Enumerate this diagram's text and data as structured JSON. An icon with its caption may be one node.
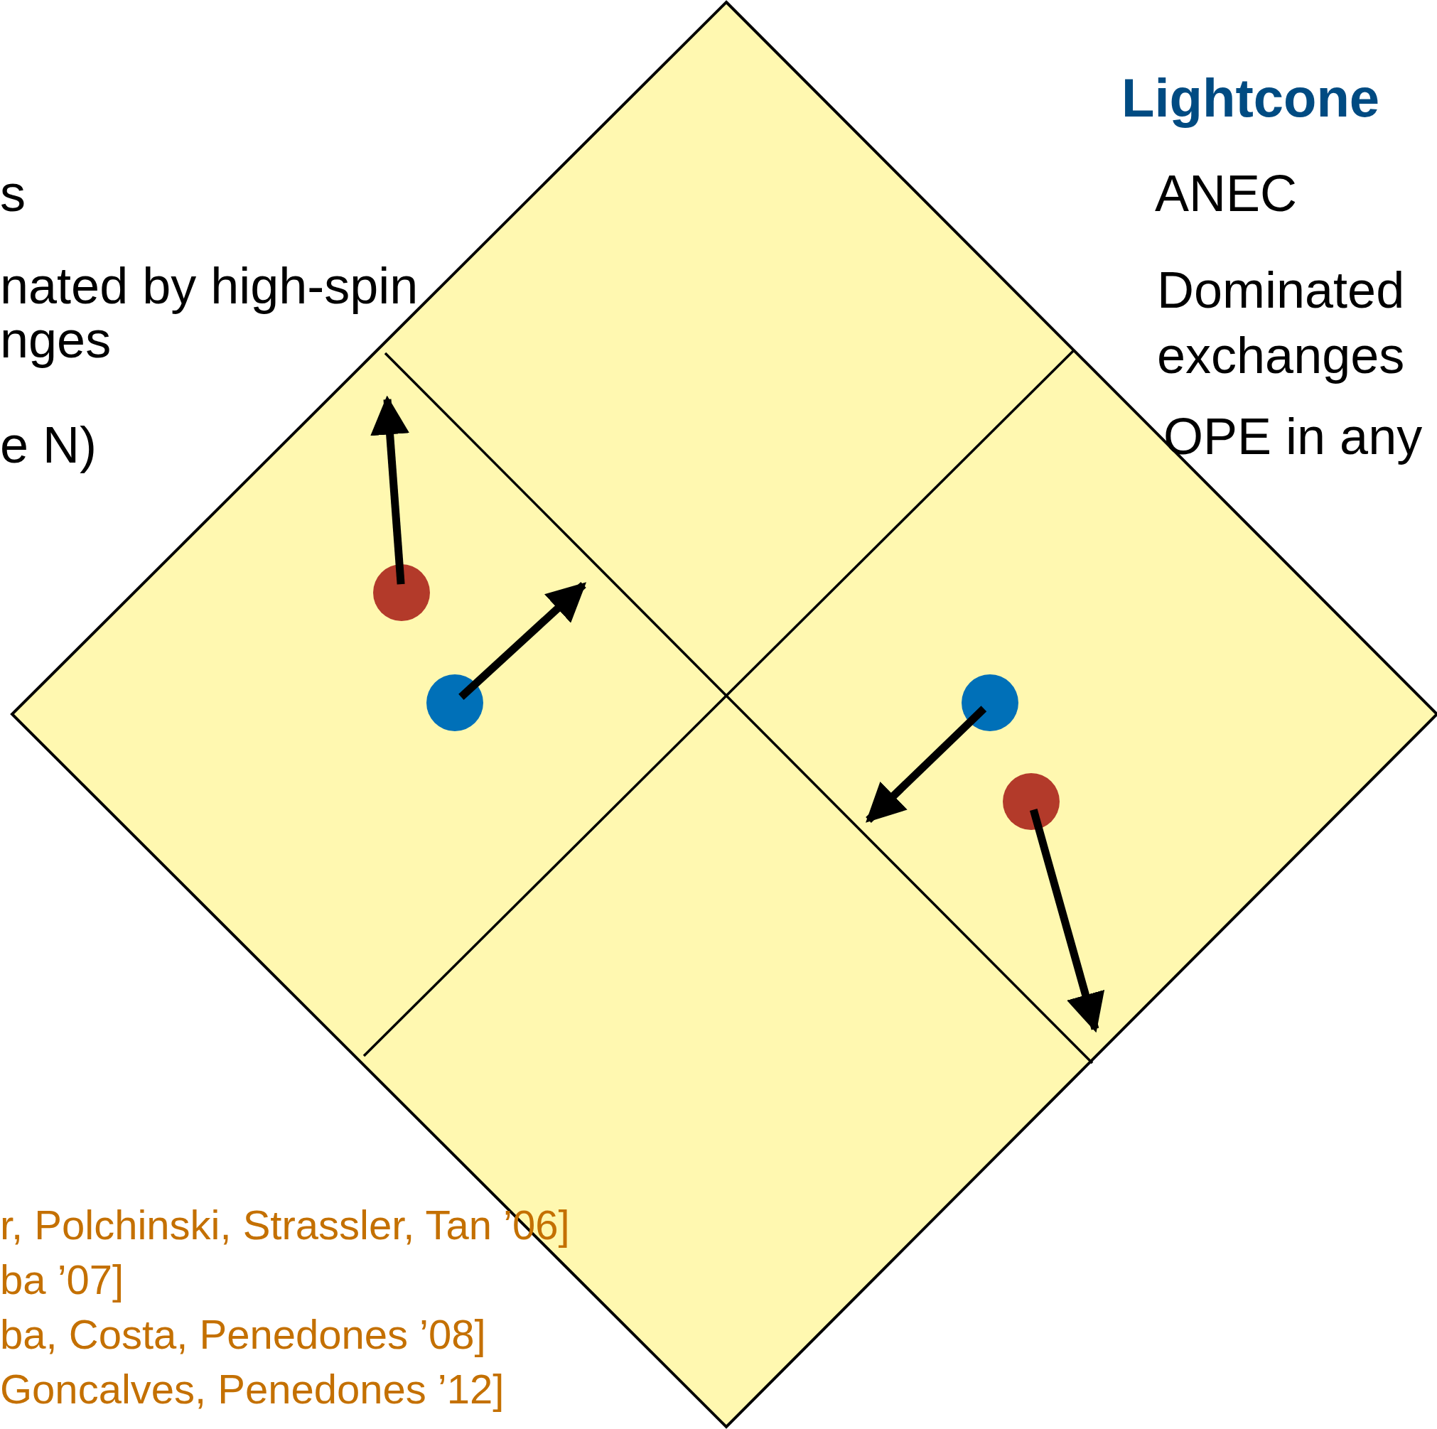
{
  "diagram": {
    "nodes": [
      {
        "text": [],
        "shape": "circle"
      },
      {
        "text": [],
        "shape": "circle"
      },
      {
        "text": [],
        "shape": "circle"
      },
      {
        "text": [],
        "shape": "circle"
      }
    ],
    "edges": [
      {
        "from": 0,
        "to": null,
        "arrow": "to"
      },
      {
        "from": 1,
        "to": null,
        "arrow": "to"
      },
      {
        "from": 2,
        "to": null,
        "arrow": "to"
      },
      {
        "from": 3,
        "to": null,
        "arrow": "to"
      }
    ],
    "labels": [
      "Lightcone",
      "s",
      "ANEC",
      "nated by high-spin nges",
      "Dominated exchanges",
      "e N)",
      "OPE in any",
      "r, Polchinski, Strassler, Tan ’06]",
      "ba ’07]",
      "ba, Costa, Penedones ’08]",
      "Goncalves, Penedones ’12]"
    ]
  }
}
